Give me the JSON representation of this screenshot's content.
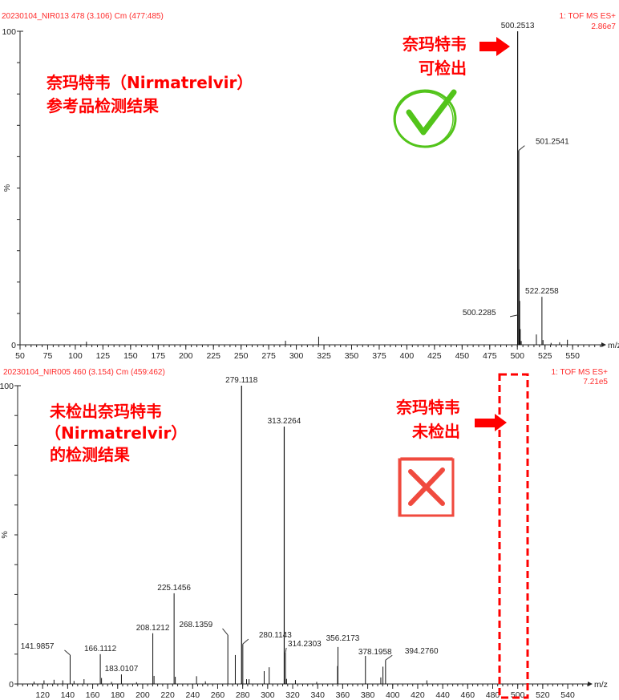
{
  "chart_data": [
    {
      "type": "bar",
      "subtype": "mass-spectrum",
      "title": "20230104_NIR013 478 (3.106) Cm (477:485)",
      "mode": "1: TOF MS ES+",
      "intensity_max": "2.86e7",
      "xlabel": "m/z",
      "ylabel": "%",
      "xlim": [
        50,
        576
      ],
      "ylim": [
        0,
        100
      ],
      "x_ticks": [
        50,
        75,
        100,
        125,
        150,
        175,
        200,
        225,
        250,
        275,
        300,
        325,
        350,
        375,
        400,
        425,
        450,
        475,
        500,
        525,
        550
      ],
      "y_tick_labels": [
        "0",
        "100"
      ],
      "peaks": [
        {
          "mz": 500.2513,
          "intensity": 100,
          "label": "500.2513"
        },
        {
          "mz": 501.2541,
          "intensity": 62,
          "label": "501.2541"
        },
        {
          "mz": 522.2258,
          "intensity": 15.3,
          "label": "522.2258"
        },
        {
          "mz": 500.2285,
          "intensity": 9.5,
          "label": "500.2285"
        },
        {
          "mz": 501.6,
          "intensity": 24
        },
        {
          "mz": 502.1,
          "intensity": 14
        },
        {
          "mz": 502.6,
          "intensity": 5
        },
        {
          "mz": 503.5,
          "intensity": 1.2
        },
        {
          "mz": 517.2,
          "intensity": 3.3
        },
        {
          "mz": 523.2,
          "intensity": 1.5
        },
        {
          "mz": 530.5,
          "intensity": 0.6
        },
        {
          "mz": 538.2,
          "intensity": 0.8
        },
        {
          "mz": 545.3,
          "intensity": 1.6
        },
        {
          "mz": 110.1,
          "intensity": 1.0
        },
        {
          "mz": 290.2,
          "intensity": 1.3
        },
        {
          "mz": 320.2,
          "intensity": 2.6
        }
      ]
    },
    {
      "type": "bar",
      "subtype": "mass-spectrum",
      "title": "20230104_NIR005 460 (3.154) Cm (459:462)",
      "mode": "1: TOF MS ES+",
      "intensity_max": "7.21e5",
      "xlabel": "m/z",
      "ylabel": "%",
      "xlim": [
        100,
        556
      ],
      "ylim": [
        0,
        100
      ],
      "x_ticks": [
        120,
        140,
        160,
        180,
        200,
        220,
        240,
        260,
        280,
        300,
        320,
        340,
        360,
        380,
        400,
        420,
        440,
        460,
        480,
        500,
        520,
        540
      ],
      "y_tick_labels": [
        "0",
        "100"
      ],
      "peaks": [
        {
          "mz": 279.1118,
          "intensity": 100,
          "label": "279.1118"
        },
        {
          "mz": 313.2264,
          "intensity": 86.3,
          "label": "313.2264"
        },
        {
          "mz": 225.1456,
          "intensity": 30.4,
          "label": "225.1456"
        },
        {
          "mz": 208.1212,
          "intensity": 17,
          "label": "208.1212"
        },
        {
          "mz": 268.1359,
          "intensity": 16.4,
          "label": "268.1359"
        },
        {
          "mz": 280.1143,
          "intensity": 13.4,
          "label": "280.1143"
        },
        {
          "mz": 356.2173,
          "intensity": 12.4,
          "label": "356.2173"
        },
        {
          "mz": 314.2303,
          "intensity": 10.5,
          "label": "314.2303"
        },
        {
          "mz": 166.1112,
          "intensity": 10,
          "label": "166.1112"
        },
        {
          "mz": 141.9857,
          "intensity": 9.7,
          "label": "141.9857"
        },
        {
          "mz": 378.1958,
          "intensity": 9.4,
          "label": "378.1958"
        },
        {
          "mz": 394.276,
          "intensity": 8,
          "label": "394.2760"
        },
        {
          "mz": 183.0107,
          "intensity": 3.2,
          "label": "183.0107"
        },
        {
          "mz": 274.1,
          "intensity": 9.7
        },
        {
          "mz": 355.9,
          "intensity": 6
        },
        {
          "mz": 392.2,
          "intensity": 5.8
        },
        {
          "mz": 297.2,
          "intensity": 4.3
        },
        {
          "mz": 301.2,
          "intensity": 5.6
        },
        {
          "mz": 243.1,
          "intensity": 2.6
        },
        {
          "mz": 209.1,
          "intensity": 2.7
        },
        {
          "mz": 226.1,
          "intensity": 2.4
        },
        {
          "mz": 390.5,
          "intensity": 2.2
        },
        {
          "mz": 283.1,
          "intensity": 1.6
        },
        {
          "mz": 285.1,
          "intensity": 1.6
        },
        {
          "mz": 315.1,
          "intensity": 1.7
        },
        {
          "mz": 322.2,
          "intensity": 1.3
        },
        {
          "mz": 167.1,
          "intensity": 2.0
        },
        {
          "mz": 153.1,
          "intensity": 1.6
        },
        {
          "mz": 129.1,
          "intensity": 1.4
        },
        {
          "mz": 121.1,
          "intensity": 1.2
        },
        {
          "mz": 136.1,
          "intensity": 1.2
        },
        {
          "mz": 145.1,
          "intensity": 1.0
        },
        {
          "mz": 250.2,
          "intensity": 0.9
        },
        {
          "mz": 427.3,
          "intensity": 1.2
        },
        {
          "mz": 339.2,
          "intensity": 0.7
        },
        {
          "mz": 195.1,
          "intensity": 0.6
        },
        {
          "mz": 175.1,
          "intensity": 0.7
        },
        {
          "mz": 113.1,
          "intensity": 0.8
        }
      ]
    }
  ],
  "annotations": {
    "top_title_line1": "奈玛特韦（Nirmatrelvir）",
    "top_title_line2": "参考品检测结果",
    "top_status_line1": "奈玛特韦",
    "top_status_line2": "可检出",
    "bottom_title_line1": "未检出奈玛特韦",
    "bottom_title_line2": "（Nirmatrelvir）",
    "bottom_title_line3": "的检测结果",
    "bottom_status_line1": "奈玛特韦",
    "bottom_status_line2": "未检出",
    "check_icon": "check-circle",
    "cross_icon": "cross-box",
    "colors": {
      "annotation": "#ff0000",
      "check": "#52c41a",
      "cross": "#f04a3e",
      "header": "#ff2a2a"
    }
  }
}
